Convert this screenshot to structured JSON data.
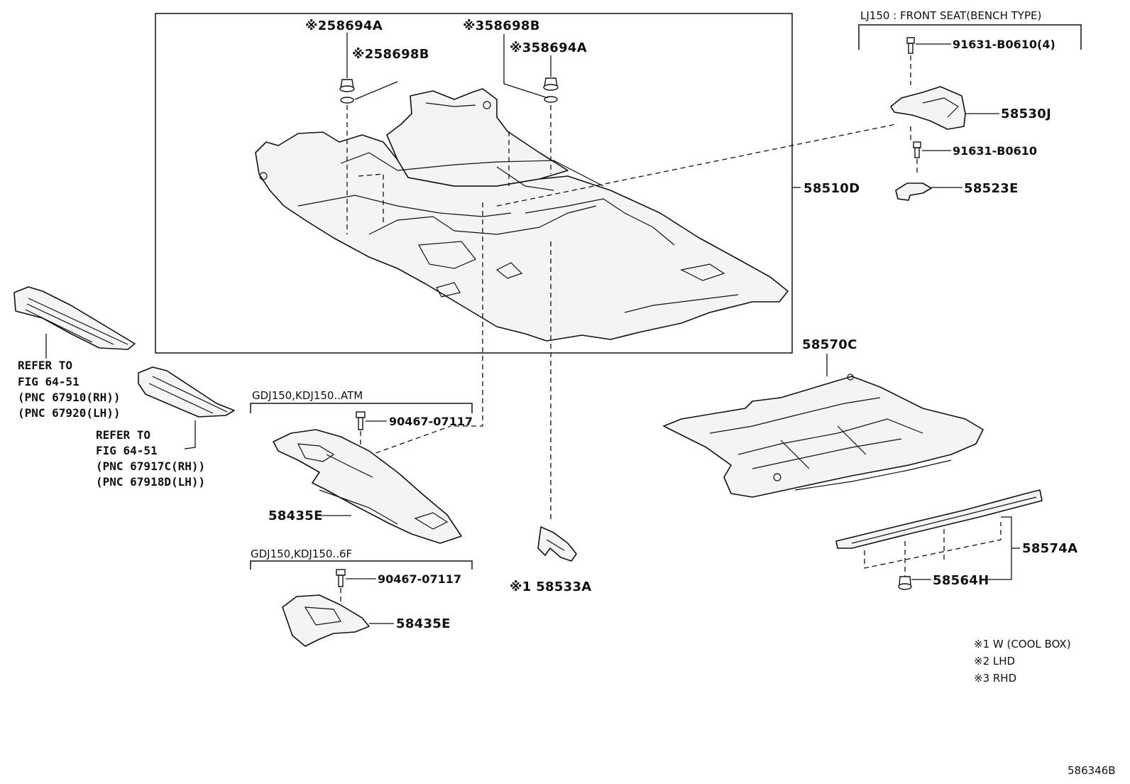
{
  "labels": {
    "p58694A_lhd": "※258694A",
    "p58698B_lhd": "※258698B",
    "p58698B_rhd": "※358698B",
    "p58694A_rhd": "※358694A",
    "p58510D": "58510D",
    "p58570C": "58570C",
    "p58574A": "58574A",
    "p58564H": "58564H",
    "p58533A": "※1 58533A",
    "p58435E_atm": "58435E",
    "p58435E_6f": "58435E",
    "p90467_atm": "90467-07117",
    "p90467_6f": "90467-07117",
    "p58530J": "58530J",
    "p58523E": "58523E",
    "p91631_4": "91631-B0610(4)",
    "p91631": "91631-B0610"
  },
  "groups": {
    "bench_header": "LJ150 : FRONT SEAT(BENCH TYPE)",
    "atm_header": "GDJ150,KDJ150..ATM",
    "f6_header": "GDJ150,KDJ150..6F"
  },
  "references": {
    "ref1": [
      "REFER TO",
      "FIG 64-51",
      "(PNC 67910(RH))",
      "(PNC 67920(LH))"
    ],
    "ref2": [
      "REFER TO",
      "FIG 64-51",
      "(PNC 67917C(RH))",
      "(PNC 67918D(LH))"
    ]
  },
  "legend": [
    "※1 W (COOL BOX)",
    "※2 LHD",
    "※3 RHD"
  ],
  "figure_id": "586346B",
  "icons": [
    "clip-fastener-icon",
    "washer-icon",
    "bolt-icon"
  ],
  "colors": {
    "line": "#111111",
    "part_fill": "#f4f4f4",
    "background": "#ffffff"
  }
}
